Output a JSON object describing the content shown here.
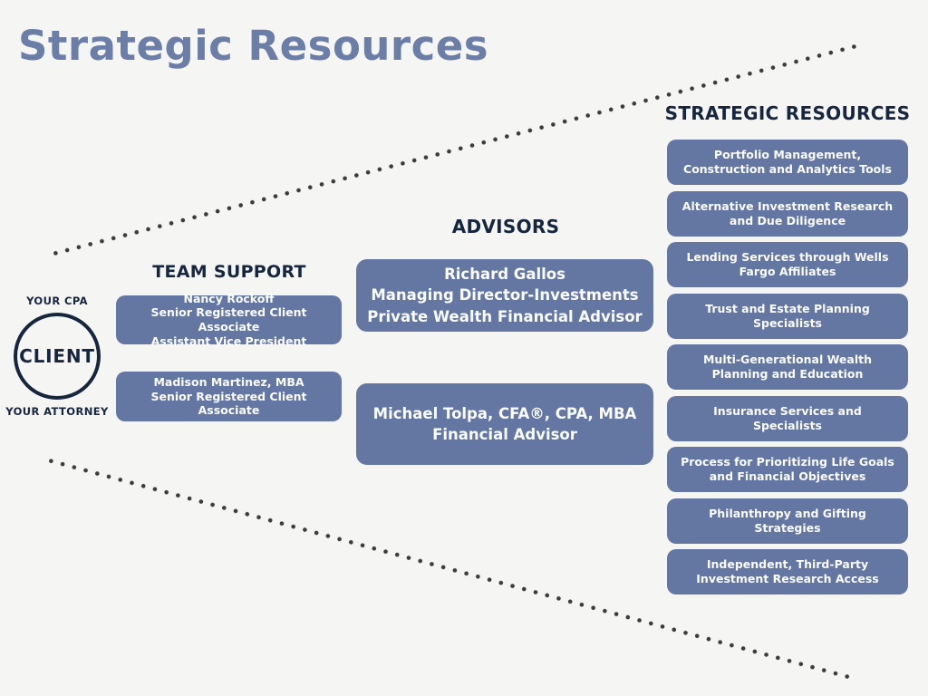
{
  "page": {
    "title": "Strategic Resources"
  },
  "colors": {
    "background": "#f5f5f3",
    "heading_navy": "#17263f",
    "box_blue": "#6377a2",
    "title_blue": "#6b7ea7",
    "dot_gray": "#3b3b3b",
    "box_text": "#fafbfc"
  },
  "client": {
    "label": "CLIENT",
    "top_label": "YOUR CPA",
    "bottom_label": "YOUR ATTORNEY"
  },
  "team_support": {
    "heading": "TEAM SUPPORT",
    "members": [
      {
        "lines": [
          "Nancy Rockoff",
          "Senior Registered Client Associate",
          "Assistant Vice President"
        ]
      },
      {
        "lines": [
          "Madison Martinez, MBA",
          "Senior Registered Client Associate"
        ]
      }
    ]
  },
  "advisors": {
    "heading": "ADVISORS",
    "members": [
      {
        "lines": [
          "Richard Gallos",
          "Managing Director-Investments",
          "Private Wealth Financial Advisor"
        ]
      },
      {
        "lines": [
          "Michael Tolpa, CFA®, CPA, MBA",
          "Financial Advisor"
        ]
      }
    ]
  },
  "strategic_resources": {
    "heading": "STRATEGIC RESOURCES",
    "items": [
      "Portfolio Management, Construction and Analytics Tools",
      "Alternative Investment Research and Due Diligence",
      "Lending Services through Wells Fargo Affiliates",
      "Trust and Estate Planning Specialists",
      "Multi-Generational Wealth Planning and Education",
      "Insurance Services and Specialists",
      "Process for Prioritizing Life Goals and Financial Objectives",
      "Philanthropy and Gifting Strategies",
      "Independent, Third-Party Investment Research Access"
    ]
  }
}
